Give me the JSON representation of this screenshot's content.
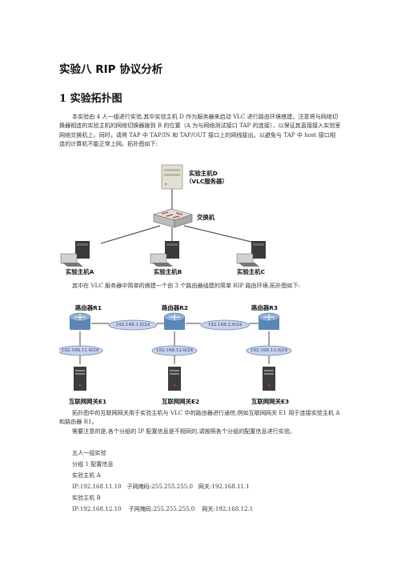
{
  "doc": {
    "title": "实验八 RIP 协议分析",
    "section": "1 实验拓扑图",
    "para1": "本实验由 4 人一组进行实验,其中实验主机 D 作为服务器来启动 VLC 进行路由环境搭建。注意将与网络切换器相连的实验主机的网络切换器拨到 B 的位置（A 为与网络测试接口 TAP 的连接），以保证其直接接入实验室网络交换机上。同时，请将 TAP 中 TAP/IN 和 TAP/OUT 接口上的网线拔出。以避免与 TAP 中 host 接口相连的计算机不能正常上网。拓扑图如下:",
    "para2": "其中在 VLC 服务器中简单的搭建一个由 3 个路由器组建的简单 RIP 路由环境,拓扑图如下:",
    "para3": "拓扑图中的互联网网关用于实验主机与 VLC 中的路由器进行通信,例如互联网网关 E1 用于连接实验主机 A 和路由器 R1。",
    "para4": "需要注意的是,各个分组的 IP 配置信息是不相同的,请按照各个分组的配置信息进行实验。",
    "lines": [
      "五人一组实验",
      "分组 1 配置信息",
      "实验主机 A",
      "IP:192.168.11.10   子网掩码:255.255.255.0   网关:192.168.11.1",
      "实验主机 B",
      "IP:192.168.12.10    子网掩码:255.255.255.0    网关:192.168.12.1"
    ]
  },
  "diagram1": {
    "server": "实验主机D",
    "server_sub": "（VLC服务器）",
    "switch": "交换机",
    "hostA": "实验主机A",
    "hostB": "实验主机B",
    "hostC": "实验主机C"
  },
  "diagram2": {
    "routers": [
      "路由器R1",
      "路由器R2",
      "路由器R3"
    ],
    "links": [
      "192.168.1.0/24",
      "192.168.2.0/24"
    ],
    "lans": [
      "192.168.11.0/24",
      "192.168.12.0/24",
      "192.168.13.0/24"
    ],
    "gateways": [
      "互联网网关E1",
      "互联网网关E2",
      "互联网网关E3"
    ]
  },
  "colors": {
    "router_blue": "#5b86b8",
    "network_fill": "#c7d3ea",
    "network_stroke": "#6f85b3"
  }
}
